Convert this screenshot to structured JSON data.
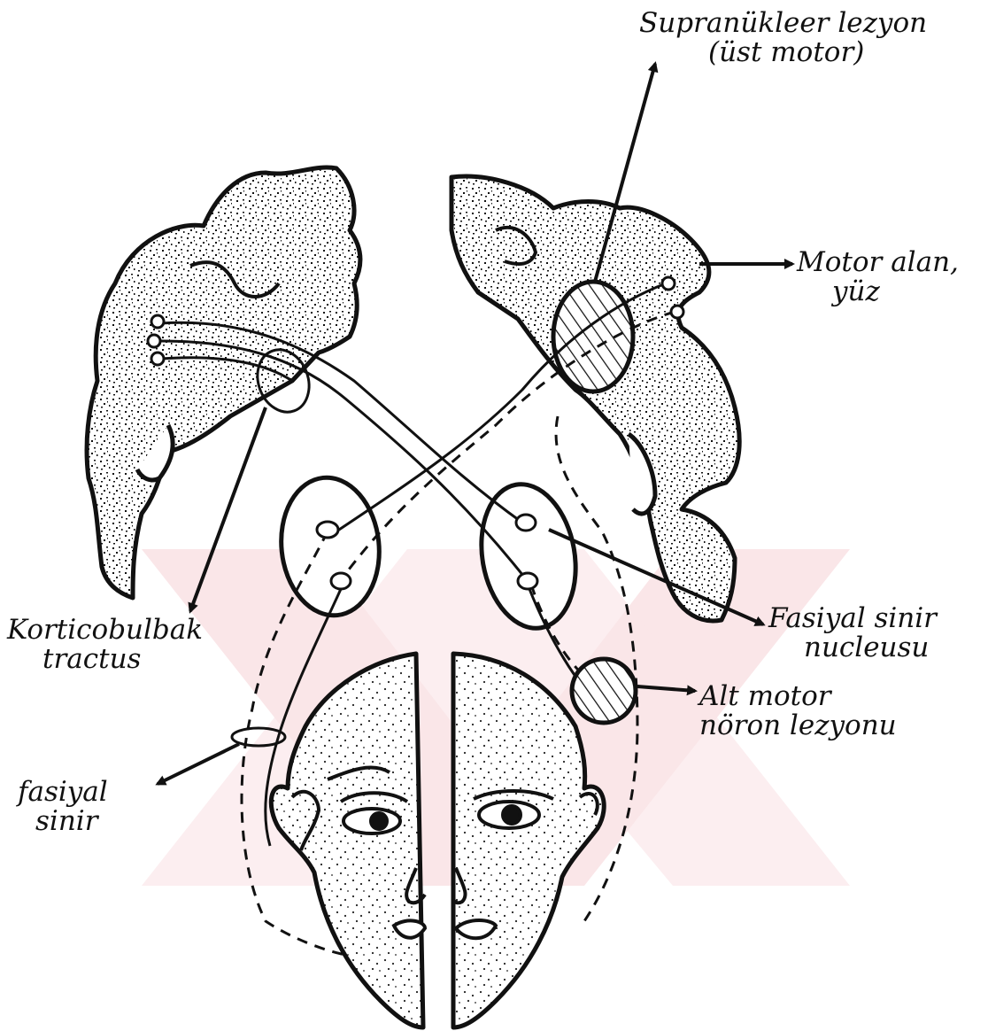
{
  "labels": {
    "supranuclear": {
      "line1": "Supranükleer lezyon",
      "line2": "(üst motor)"
    },
    "motor_area": {
      "line1": "Motor alan,",
      "line2": "yüz"
    },
    "corticobulbar": {
      "line1": "Korticobulbak",
      "line2": "tractus"
    },
    "facial_nucleus": {
      "line1": "Fasiyal sinir",
      "line2": "nucleusu"
    },
    "lower_motor": {
      "line1": "Alt motor",
      "line2": "nöron lezyonu"
    },
    "facial_nerve": {
      "line1": "fasiyal",
      "line2": "sinir"
    }
  },
  "colors": {
    "ink": "#111111",
    "watermark": "#f6d2d6",
    "paper": "#ffffff"
  }
}
